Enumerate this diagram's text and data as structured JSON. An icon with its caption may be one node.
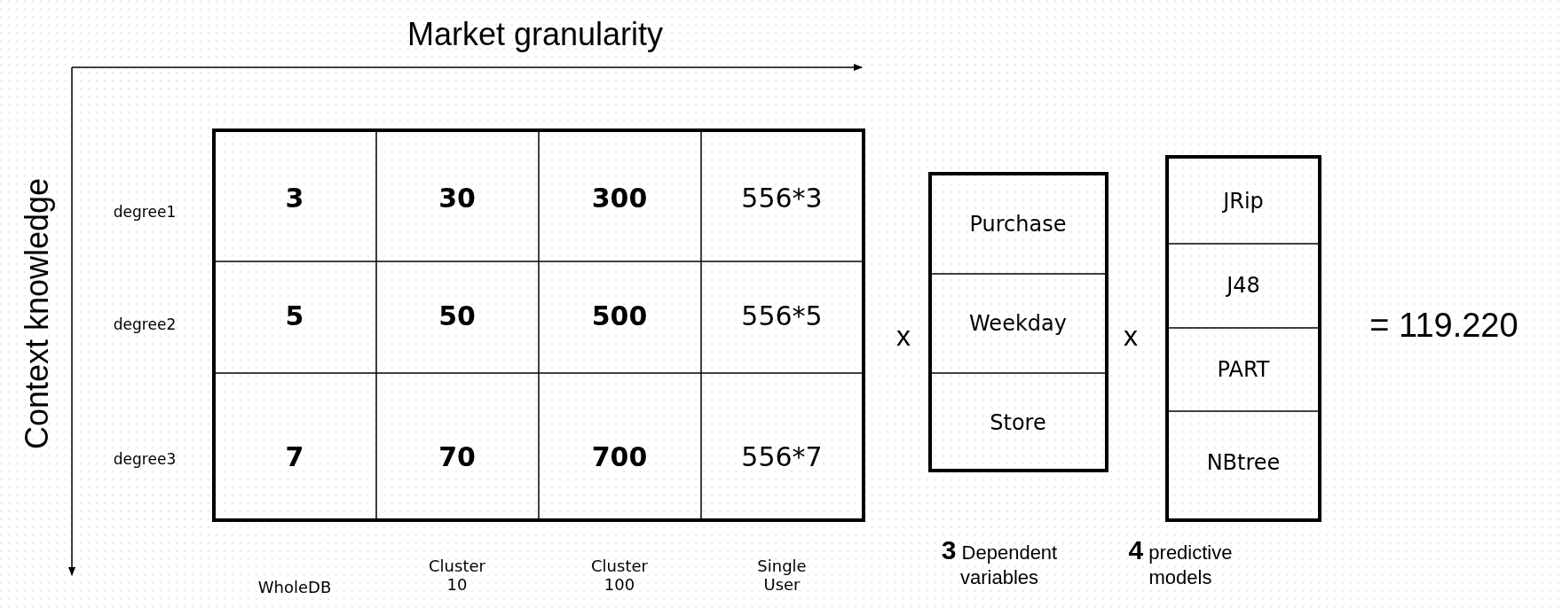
{
  "diagram": {
    "labels": [
      "Market granularity",
      "Context knowledge",
      "degree1",
      "3",
      "30",
      "300",
      "556*3",
      "degree2",
      "5",
      "50",
      "500",
      "556*5",
      "degree3",
      "7",
      "70",
      "700",
      "556*7",
      "WholeDB",
      "Cluster 10",
      "Cluster 100",
      "Single User",
      "x",
      "Purchase",
      "Weekday",
      "Store",
      "x",
      "JRip",
      "J48",
      "PART",
      "NBtree",
      "= 119.220",
      "**3** Dependent variables",
      "**4** predictive models"
    ]
  }
}
